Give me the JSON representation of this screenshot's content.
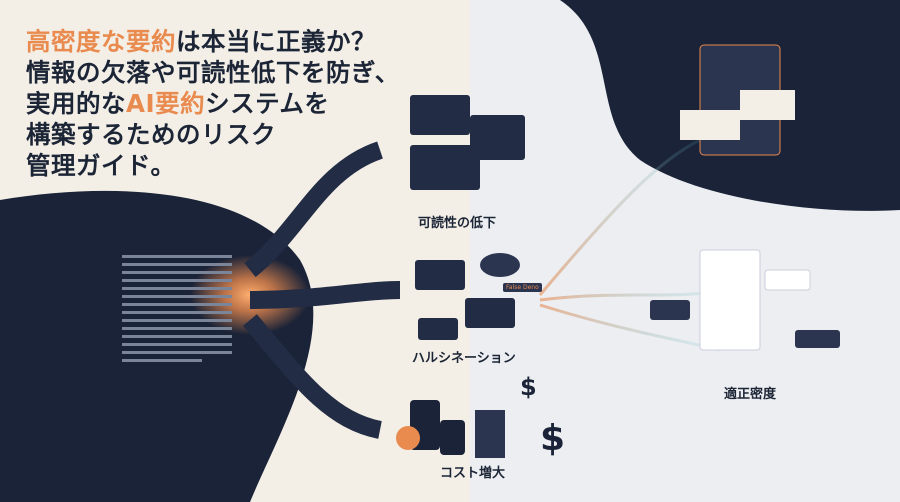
{
  "title": {
    "line1_highlight": "高密度な要約",
    "line1_rest": "は本当に正義か？",
    "line2": "情報の欠落や可読性低下を防ぎ、",
    "line3_pre": "実用的な",
    "line3_highlight": "AI要約",
    "line3_rest": "システムを",
    "line4": "構築するためのリスク",
    "line5": "管理ガイド。"
  },
  "labels": {
    "readability": "可読性の低下",
    "hallucination": "ハルシネーション",
    "cost": "コスト増大",
    "optimal": "適正密度"
  },
  "badge": "False Deno",
  "colors": {
    "navy": "#1c2536",
    "accent": "#e98a4e",
    "cream": "#f3efe7",
    "cyan": "#5fc4dd"
  }
}
